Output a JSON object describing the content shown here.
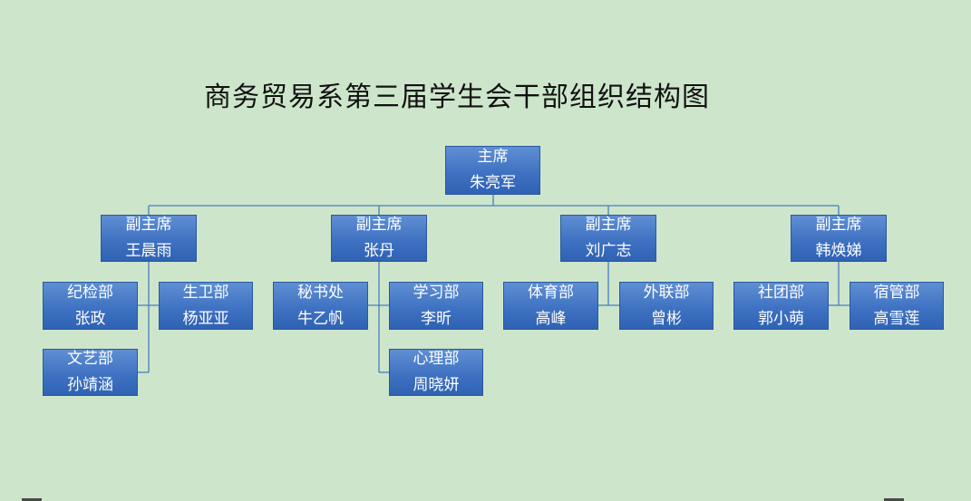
{
  "title": "商务贸易系第三届学生会干部组织结构图",
  "org": {
    "chair": {
      "role": "主席",
      "name": "朱亮军"
    },
    "vice": [
      {
        "role": "副主席",
        "name": "王晨雨"
      },
      {
        "role": "副主席",
        "name": "张丹"
      },
      {
        "role": "副主席",
        "name": "刘广志"
      },
      {
        "role": "副主席",
        "name": "韩焕娣"
      }
    ],
    "departments": [
      {
        "role": "纪检部",
        "name": "张政"
      },
      {
        "role": "生卫部",
        "name": "杨亚亚"
      },
      {
        "role": "文艺部",
        "name": "孙靖涵"
      },
      {
        "role": "秘书处",
        "name": "牛乙帆"
      },
      {
        "role": "学习部",
        "name": "李昕"
      },
      {
        "role": "心理部",
        "name": "周晓妍"
      },
      {
        "role": "体育部",
        "name": "高峰"
      },
      {
        "role": "外联部",
        "name": "曾彬"
      },
      {
        "role": "社团部",
        "name": "郭小萌"
      },
      {
        "role": "宿管部",
        "name": "高雪莲"
      }
    ]
  },
  "colors": {
    "background": "#cde6cb",
    "node": "#3f72c2",
    "connector": "#4a7cc0"
  }
}
